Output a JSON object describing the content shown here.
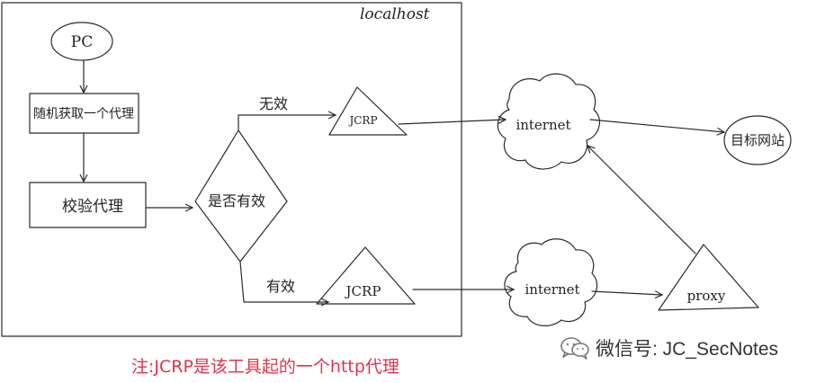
{
  "box_label": "localhost",
  "nodes": {
    "pc": "PC",
    "random_proxy": "随机获取一个代理",
    "validate_proxy": "校验代理",
    "decision": "是否有效",
    "jcrp_top": "JCRP",
    "jcrp_bottom": "JCRP",
    "internet_top": "internet",
    "internet_bottom": "internet",
    "target": "目标网站",
    "proxy": "proxy"
  },
  "edge_labels": {
    "invalid": "无效",
    "valid": "有效"
  },
  "note": "注:JCRP是该工具起的一个http代理",
  "watermark": {
    "text": "微信号: JC_SecNotes",
    "icon": "wechat-icon"
  }
}
